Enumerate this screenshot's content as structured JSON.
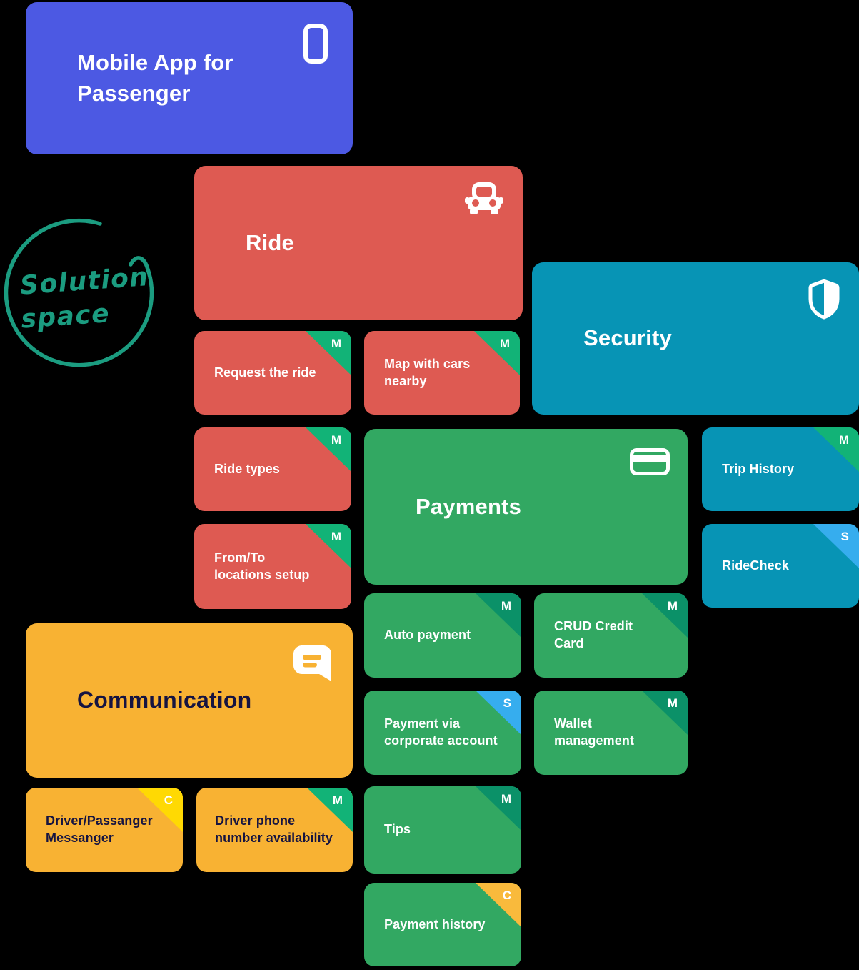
{
  "colors": {
    "background": "#000000",
    "indigo": "#4C59E3",
    "red": "#DE5A52",
    "teal": "#0794B5",
    "green": "#32A862",
    "amber": "#F8B233",
    "corner-emerald": "#12B377",
    "corner-dark-green": "#0B9168",
    "corner-blue": "#36ADEE",
    "corner-amber": "#F9BA3C",
    "corner-yellow": "#FFD903",
    "navy-text": "#161441",
    "white-text": "#FFFFFF",
    "annotation-green": "#1B9C80"
  },
  "annotation": {
    "line1": "Solution",
    "line2": "space"
  },
  "epic": {
    "title": "Mobile App for\nPassenger",
    "icon": "smartphone-icon"
  },
  "groups": {
    "ride": {
      "title": "Ride",
      "icon": "car-icon"
    },
    "security": {
      "title": "Security",
      "icon": "shield-icon"
    },
    "payments": {
      "title": "Payments",
      "icon": "credit-card-icon"
    },
    "communication": {
      "title": "Communication",
      "icon": "chat-bubble-icon"
    }
  },
  "features": {
    "request_ride": {
      "label": "Request the ride",
      "badge": "M"
    },
    "map_cars": {
      "label": "Map with cars\nnearby",
      "badge": "M"
    },
    "ride_types": {
      "label": "Ride types",
      "badge": "M"
    },
    "from_to": {
      "label": "From/To\nlocations setup",
      "badge": "M"
    },
    "trip_history": {
      "label": "Trip History",
      "badge": "M"
    },
    "ridecheck": {
      "label": "RideCheck",
      "badge": "S"
    },
    "auto_payment": {
      "label": "Auto payment",
      "badge": "M"
    },
    "crud_credit_card": {
      "label": "CRUD Credit\nCard",
      "badge": "M"
    },
    "corporate_account": {
      "label": "Payment via\ncorporate account",
      "badge": "S"
    },
    "wallet": {
      "label": "Wallet\nmanagement",
      "badge": "M"
    },
    "tips": {
      "label": "Tips",
      "badge": "M"
    },
    "payment_history": {
      "label": "Payment history",
      "badge": "C"
    },
    "messanger": {
      "label": "Driver/Passanger\nMessanger",
      "badge": "C"
    },
    "phone_availability": {
      "label": "Driver phone\nnumber availability",
      "badge": "M"
    }
  }
}
